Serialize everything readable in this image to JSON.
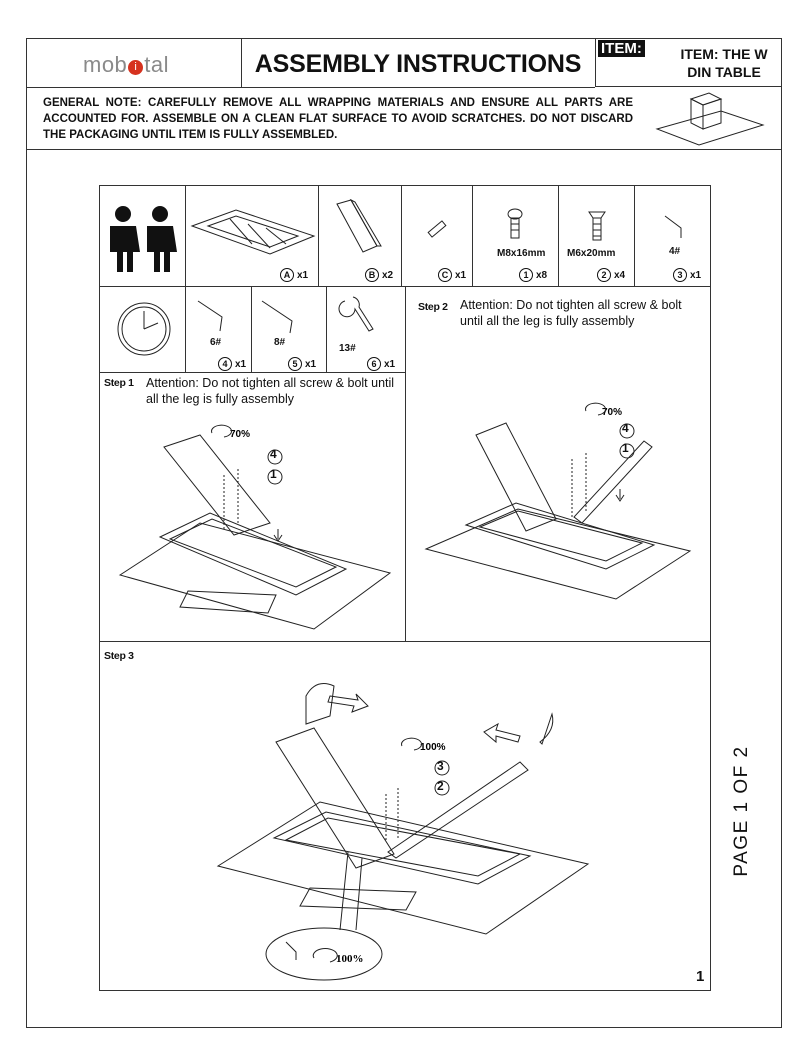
{
  "header": {
    "logo_text": "mobital",
    "title": "ASSEMBLY INSTRUCTIONS",
    "item_tag": "ITEM:",
    "item_text": "ITEM: THE W DIN TABLE"
  },
  "general_note": "GENERAL NOTE: CAREFULLY REMOVE ALL WRAPPING MATERIALS AND ENSURE ALL PARTS ARE ACCOUNTED FOR. ASSEMBLE ON A CLEAN FLAT SURFACE TO AVOID SCRATCHES. DO NOT DISCARD THE PACKAGING UNTIL ITEM IS FULLY ASSEMBLED.",
  "page_label": "PAGE 1 OF 2",
  "page_number": "1",
  "parts": [
    {
      "id": "A",
      "qty": "x1"
    },
    {
      "id": "B",
      "qty": "x2"
    },
    {
      "id": "C",
      "qty": "x1"
    },
    {
      "id": "1",
      "spec": "M8x16mm",
      "qty": "x8"
    },
    {
      "id": "2",
      "spec": "M6x20mm",
      "qty": "x4"
    },
    {
      "id": "3",
      "spec": "4#",
      "qty": "x1"
    }
  ],
  "tools": [
    {
      "id": "4",
      "spec": "6#",
      "qty": "x1"
    },
    {
      "id": "5",
      "spec": "8#",
      "qty": "x1"
    },
    {
      "id": "6",
      "spec": "13#",
      "qty": "x1"
    }
  ],
  "steps": [
    {
      "label": "Step 1",
      "attention": "Attention: Do not tighten all screw & bolt until all the leg is fully assembly",
      "torque": "70%",
      "callouts": [
        "4",
        "1"
      ]
    },
    {
      "label": "Step 2",
      "attention": "Attention: Do not tighten all screw & bolt until all the leg is fully assembly",
      "torque": "70%",
      "callouts": [
        "4",
        "1"
      ]
    },
    {
      "label": "Step 3",
      "torque": "100%",
      "callouts": [
        "3",
        "2"
      ],
      "detail_torque": "100%"
    }
  ]
}
